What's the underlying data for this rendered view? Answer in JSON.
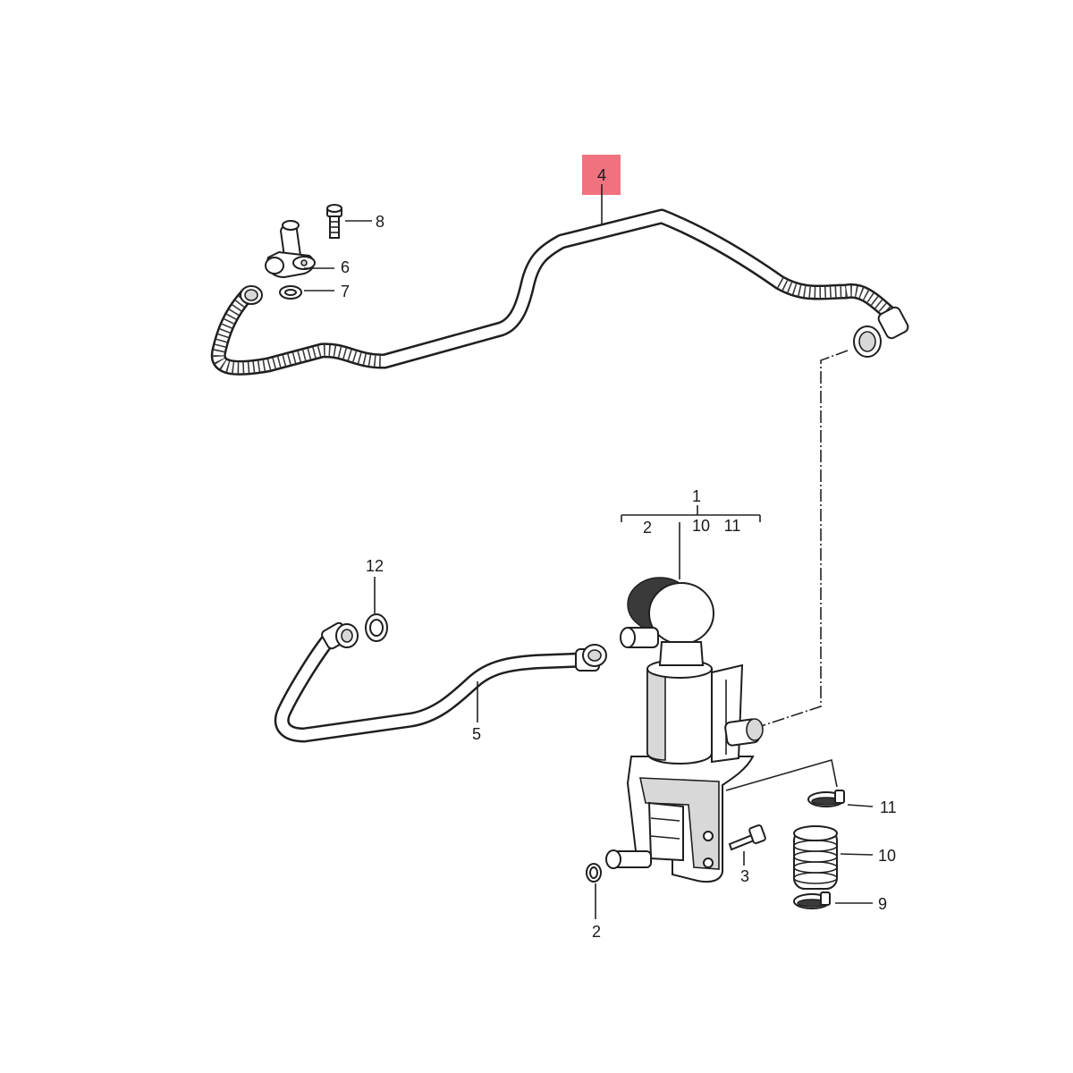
{
  "callouts": [
    {
      "id": "callout-4",
      "text": "4",
      "highlighted": true
    },
    {
      "id": "callout-8",
      "text": "8"
    },
    {
      "id": "callout-6",
      "text": "6"
    },
    {
      "id": "callout-7",
      "text": "7"
    },
    {
      "id": "callout-1",
      "text": "1"
    },
    {
      "id": "callout-1-sub-2",
      "text": "2"
    },
    {
      "id": "callout-1-sub-10",
      "text": "10"
    },
    {
      "id": "callout-1-sub-11",
      "text": "11"
    },
    {
      "id": "callout-12",
      "text": "12"
    },
    {
      "id": "callout-5",
      "text": "5"
    },
    {
      "id": "callout-11",
      "text": "11"
    },
    {
      "id": "callout-10",
      "text": "10"
    },
    {
      "id": "callout-3",
      "text": "3"
    },
    {
      "id": "callout-9",
      "text": "9"
    },
    {
      "id": "callout-2",
      "text": "2"
    }
  ],
  "colors": {
    "highlight": "#f0727e",
    "line": "#1f1f1f",
    "background": "#ffffff"
  }
}
